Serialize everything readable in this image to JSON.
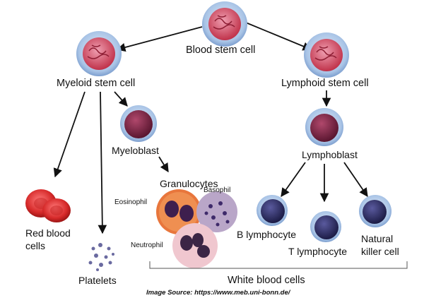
{
  "labels": {
    "blood_stem_cell": "Blood stem cell",
    "myeloid_stem_cell": "Myeloid stem cell",
    "lymphoid_stem_cell": "Lymphoid stem cell",
    "myeloblast": "Myeloblast",
    "lymphoblast": "Lymphoblast",
    "granulocytes": "Granulocytes",
    "eosinophil": "Eosinophil",
    "basophil": "Basophil",
    "neutrophil": "Neutrophil",
    "red_blood_cells_line1": "Red blood",
    "red_blood_cells_line2": "cells",
    "platelets": "Platelets",
    "b_lymphocyte": "B lymphocyte",
    "t_lymphocyte": "T lymphocyte",
    "natural_killer_line1": "Natural",
    "natural_killer_line2": "killer cell",
    "white_blood_cells": "White blood cells"
  },
  "source": "Image Source: https://www.meb.uni-bonn.de/",
  "colors": {
    "cell_halo": "#a9c4e6",
    "stem_cytoplasm": "#d9708a",
    "stem_nucleus": "#c0324a",
    "blast_nucleus": "#7a1f3a",
    "lymphocyte_nucleus": "#2a2a5e",
    "red_cell": "#d62a2a",
    "eosinophil": "#e8763c",
    "basophil": "#b9a6c8",
    "neutrophil": "#f0c7cf",
    "platelet": "#6a6aa0",
    "arrow": "#111111"
  }
}
